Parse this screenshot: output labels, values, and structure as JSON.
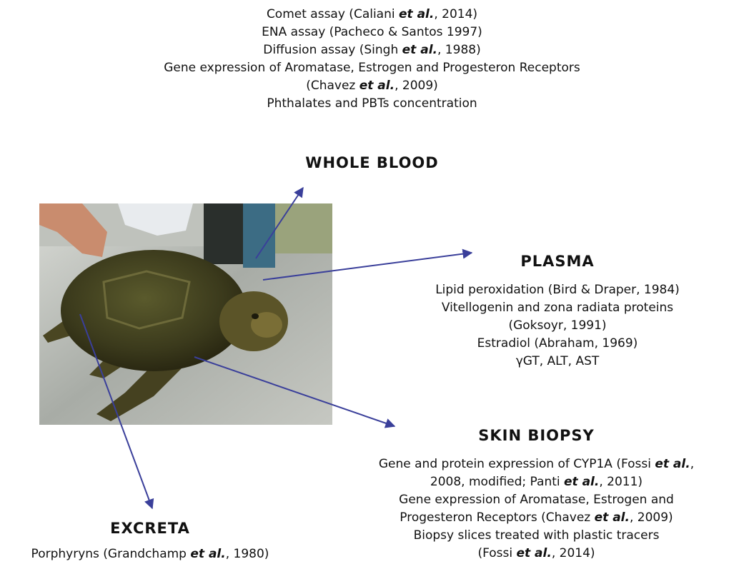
{
  "whole_blood": {
    "lines": [
      "Comet assay (Caliani |et al.|, 2014)",
      "ENA assay (Pacheco & Santos 1997)",
      "Diffusion assay (Singh |et al.|, 1988)",
      "Gene expression of Aromatase, Estrogen and Progesteron Receptors",
      "(Chavez |et al.|, 2009)",
      "Phthalates and PBTs concentration"
    ],
    "heading": "WHOLE BLOOD"
  },
  "plasma": {
    "heading": "PLASMA",
    "lines": [
      "Lipid peroxidation (Bird & Draper, 1984)",
      "Vitellogenin and zona radiata proteins",
      "(Goksoyr, 1991)",
      "Estradiol (Abraham, 1969)",
      "γGT, ALT, AST"
    ]
  },
  "skin_biopsy": {
    "heading": "SKIN BIOPSY",
    "lines": [
      "Gene and protein expression of CYP1A  (Fossi |et al.|,",
      "2008, modified; Panti |et al.|, 2011)",
      "Gene expression of Aromatase, Estrogen and",
      "Progesteron Receptors (Chavez |et al.|, 2009)",
      "Biopsy slices treated with plastic tracers",
      "(Fossi |et al.|, 2014)"
    ]
  },
  "excreta": {
    "heading": "EXCRETA",
    "lines": [
      "Porphyryns (Grandchamp |et al.|, 1980)"
    ]
  },
  "colors": {
    "arrow": "#3a3f9a"
  }
}
